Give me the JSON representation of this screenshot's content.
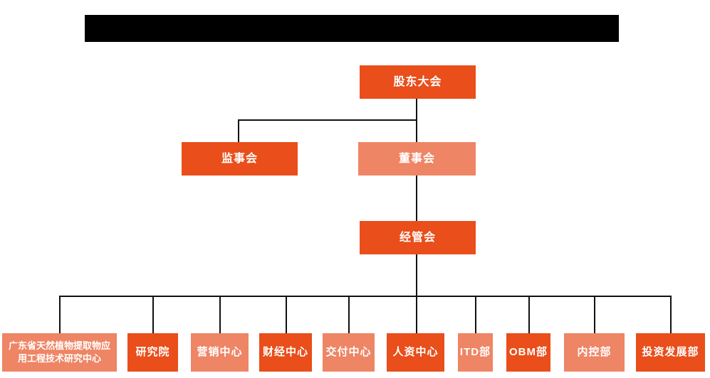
{
  "colors": {
    "primary_orange": "#e94e1b",
    "light_orange": "#ee8565",
    "connector_line": "#111111",
    "redacted_bar": "#000000",
    "background": "#ffffff",
    "node_text": "#ffffff"
  },
  "org_chart": {
    "level1": [
      {
        "label": "股东大会",
        "variant": "solid"
      }
    ],
    "level2": [
      {
        "label": "监事会",
        "variant": "solid"
      },
      {
        "label": "董事会",
        "variant": "light"
      }
    ],
    "level3": [
      {
        "label": "经管会",
        "variant": "solid"
      }
    ],
    "level4": [
      {
        "label": "广东省天然植物提取物应用工程技术研究中心",
        "variant": "light"
      },
      {
        "label": "研究院",
        "variant": "solid"
      },
      {
        "label": "营销中心",
        "variant": "light"
      },
      {
        "label": "财经中心",
        "variant": "solid"
      },
      {
        "label": "交付中心",
        "variant": "light"
      },
      {
        "label": "人资中心",
        "variant": "solid"
      },
      {
        "label": "ITD部",
        "variant": "light"
      },
      {
        "label": "OBM部",
        "variant": "solid"
      },
      {
        "label": "内控部",
        "variant": "light"
      },
      {
        "label": "投资发展部",
        "variant": "solid"
      }
    ]
  }
}
